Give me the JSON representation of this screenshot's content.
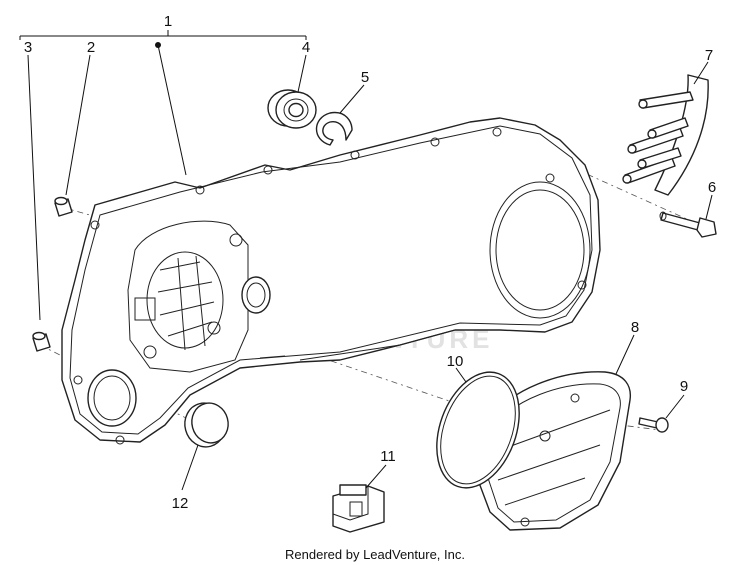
{
  "callouts": {
    "c1": "1",
    "c2": "2",
    "c3": "3",
    "c4": "4",
    "c5": "5",
    "c6": "6",
    "c7": "7",
    "c8": "8",
    "c9": "9",
    "c10": "10",
    "c11": "11",
    "c12": "12"
  },
  "watermark": {
    "text": "LEADVENTURE"
  },
  "footer": {
    "credit": "Rendered by LeadVenture, Inc."
  }
}
